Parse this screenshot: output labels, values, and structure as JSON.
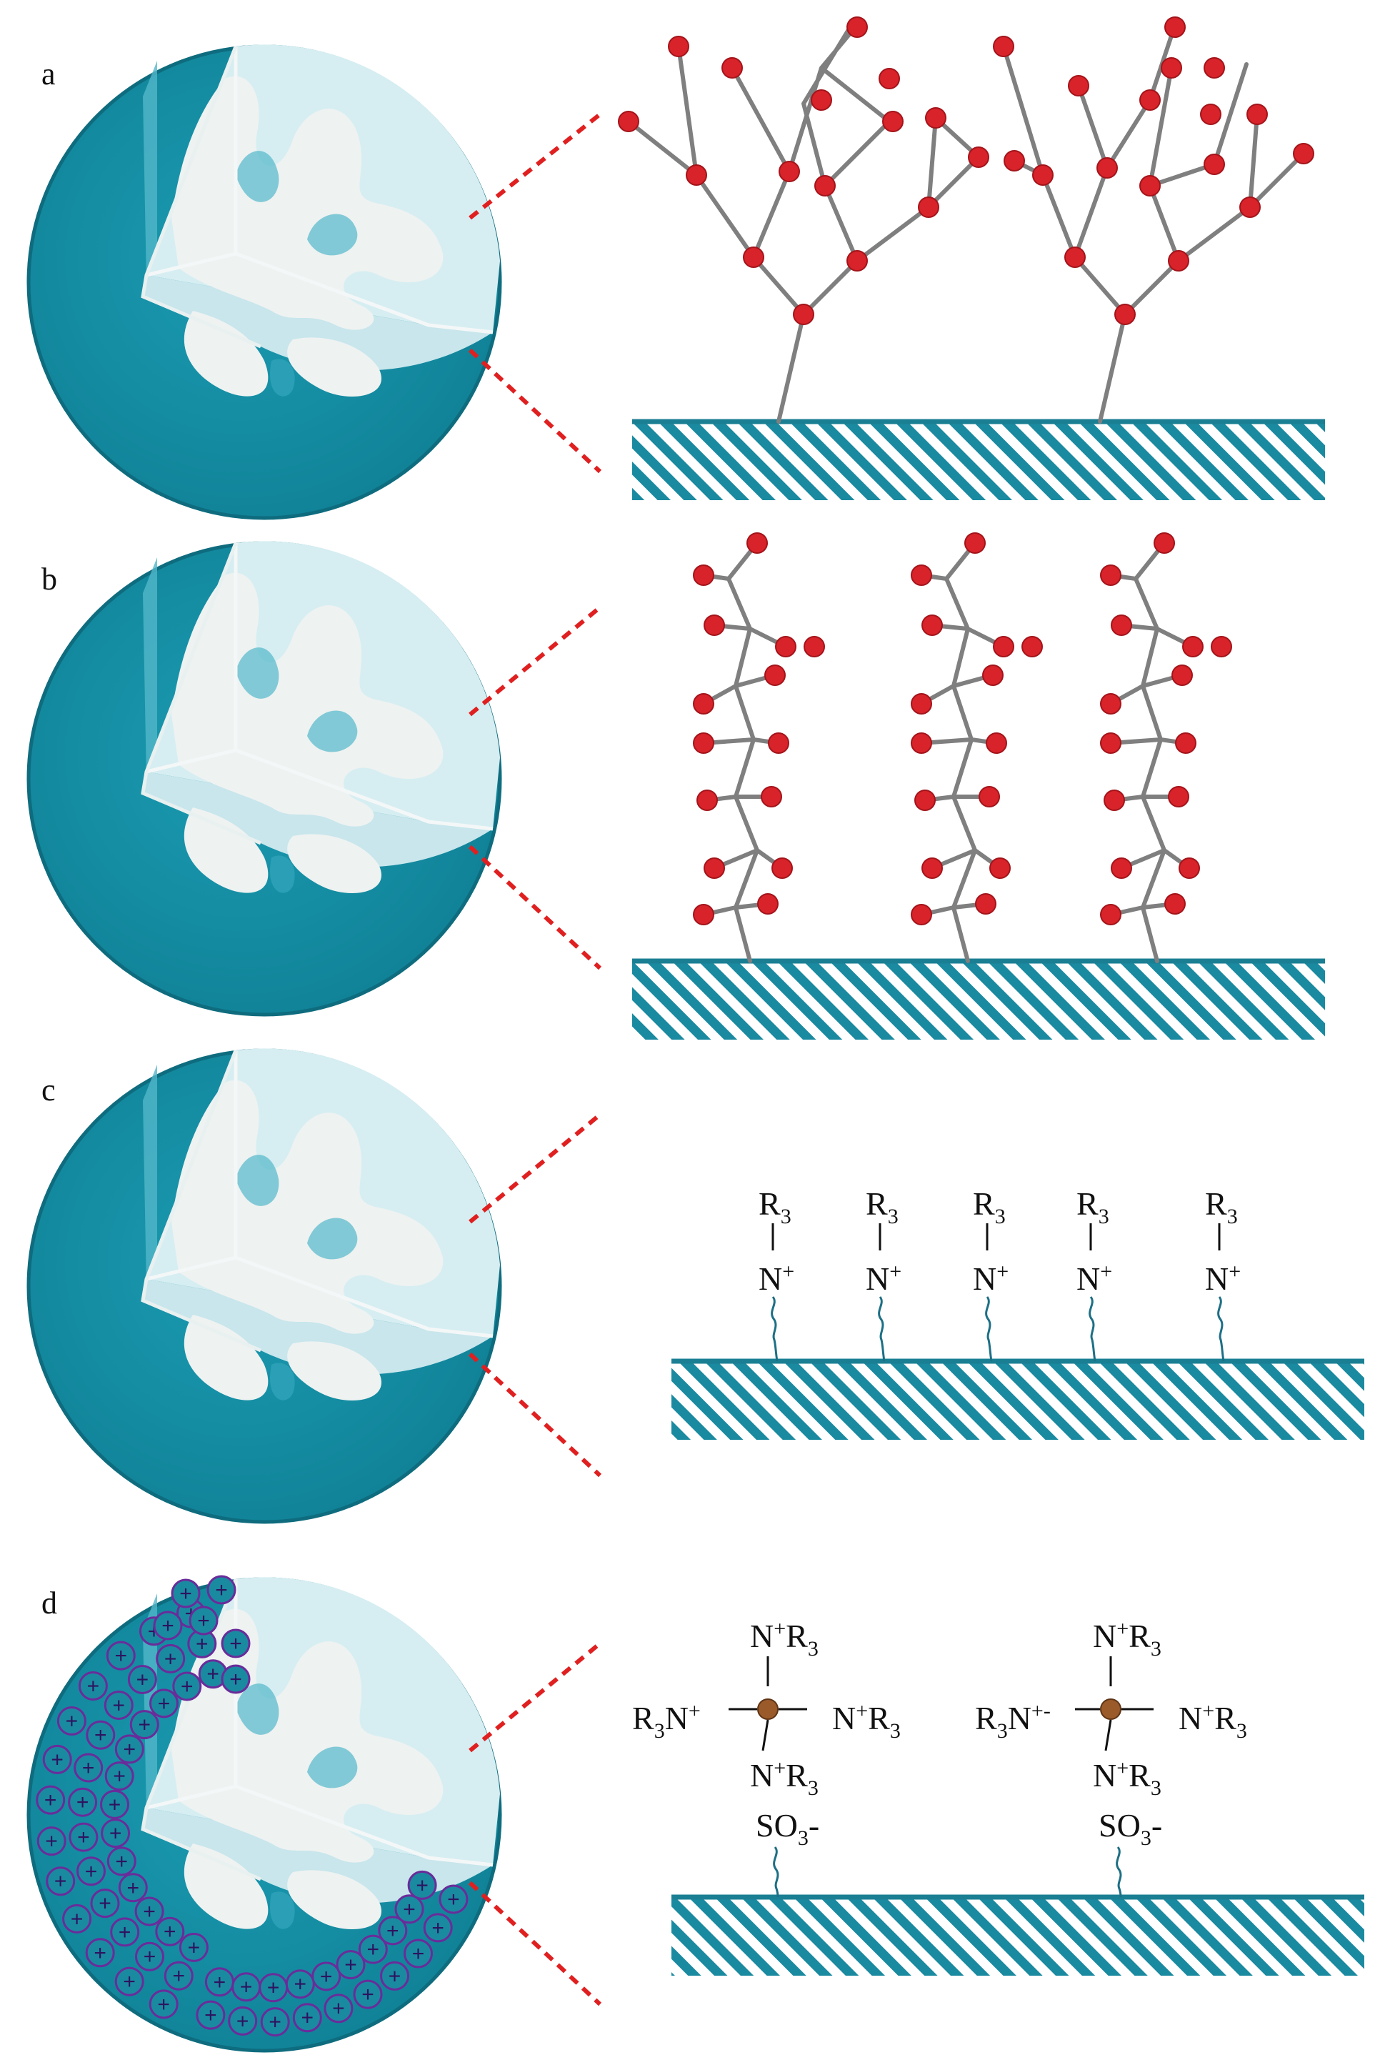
{
  "figure": {
    "colors": {
      "bead_teal": "#1696ad",
      "bead_teal_dark": "#0f7f94",
      "bead_light": "#7fd0de",
      "pore_white": "#f1f3f2",
      "ligand_red": "#d8232a",
      "stem_gray": "#7f7f7f",
      "leader_red": "#e02020",
      "surface_teal": "#1a7f93",
      "charge_purple": "#6a2c9a",
      "center_bronze": "#9a5a2a"
    },
    "panels": [
      {
        "label": "a",
        "bead_icon": "porous-bead-cutaway-icon",
        "surface_chemistry": "branched-dendrimer-ligands"
      },
      {
        "label": "b",
        "bead_icon": "porous-bead-cutaway-icon",
        "surface_chemistry": "linear-brush-ligands"
      },
      {
        "label": "c",
        "bead_icon": "porous-bead-cutaway-icon",
        "surface_chemistry": "quaternary-amine-ligands",
        "ligand": {
          "r": "R",
          "r_sub": "3",
          "n": "N",
          "n_sup": "+"
        }
      },
      {
        "label": "d",
        "bead_icon": "porous-bead-charged-shell-icon",
        "surface_chemistry": "tetra-amine-star-ligands",
        "charge_symbol": "+",
        "ligand": {
          "arm_n": "N",
          "arm_sup": "+",
          "arm_r": "R",
          "arm_sub": "3",
          "anchor": "SO",
          "anchor_sub": "3",
          "anchor_charge": "-",
          "left_r": "R",
          "left_sub": "3",
          "left_n": "N",
          "left_sup": "+",
          "left2_sup": "+-"
        }
      }
    ]
  }
}
